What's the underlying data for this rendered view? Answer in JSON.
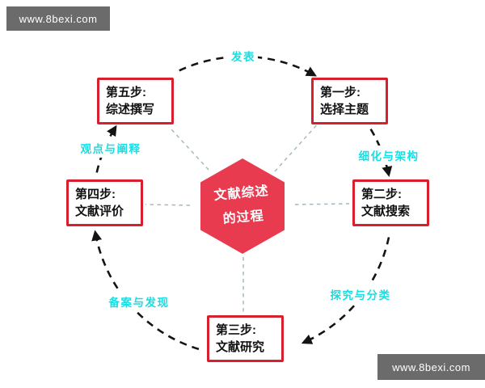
{
  "watermark": {
    "text": "www.8bexi.com"
  },
  "center": {
    "line1": "文献综述",
    "line2": "的过程"
  },
  "steps": [
    {
      "id": "step-1",
      "title": "第一步:",
      "subtitle": "选择主题"
    },
    {
      "id": "step-2",
      "title": "第二步:",
      "subtitle": "文献搜索"
    },
    {
      "id": "step-3",
      "title": "第三步:",
      "subtitle": "文献研究"
    },
    {
      "id": "step-4",
      "title": "第四步:",
      "subtitle": "文献评价"
    },
    {
      "id": "step-5",
      "title": "第五步:",
      "subtitle": "综述撰写"
    }
  ],
  "transitions": [
    {
      "label": "发表"
    },
    {
      "label": "细化与架构"
    },
    {
      "label": "探究与分类"
    },
    {
      "label": "备案与发现"
    },
    {
      "label": "观点与阐释"
    }
  ],
  "colors": {
    "background": "#ffffff",
    "box_border": "#d6202e",
    "step_text": "#111111",
    "hexagon": "#e83b50",
    "hexagon_text": "#ffffff",
    "transition_label": "#14dfe4",
    "arc": "#141414",
    "spoke": "#9fb6ba",
    "watermark_bg": "#6b6b6b",
    "watermark_text": "#ffffff"
  }
}
